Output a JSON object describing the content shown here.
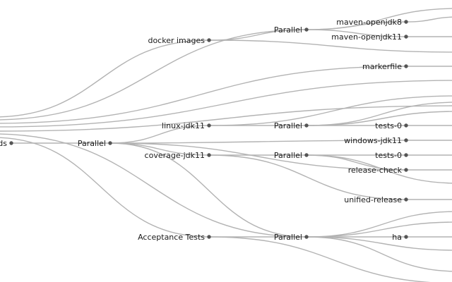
{
  "graph": {
    "nodes": [
      {
        "id": "root",
        "label": "ds"
      },
      {
        "id": "docker",
        "label": "docker images"
      },
      {
        "id": "par-top",
        "label": "Parallel"
      },
      {
        "id": "mvn8",
        "label": "maven-openjdk8"
      },
      {
        "id": "mvn11",
        "label": "maven-openjdk11"
      },
      {
        "id": "marker",
        "label": "markerfile"
      },
      {
        "id": "par-main",
        "label": "Parallel"
      },
      {
        "id": "linux",
        "label": "linux-jdk11"
      },
      {
        "id": "par-mid1",
        "label": "Parallel"
      },
      {
        "id": "tests0a",
        "label": "tests-0"
      },
      {
        "id": "win",
        "label": "windows-jdk11"
      },
      {
        "id": "cov",
        "label": "coverage-jdk11"
      },
      {
        "id": "par-mid2",
        "label": "Parallel"
      },
      {
        "id": "tests0b",
        "label": "tests-0"
      },
      {
        "id": "relcheck",
        "label": "release-check"
      },
      {
        "id": "unified",
        "label": "unified-release"
      },
      {
        "id": "accept",
        "label": "Acceptance Tests"
      },
      {
        "id": "par-bot",
        "label": "Parallel"
      },
      {
        "id": "ha",
        "label": "ha"
      }
    ],
    "edges": [
      [
        "root",
        "par-main"
      ],
      [
        "par-main",
        "linux"
      ],
      [
        "par-main",
        "cov"
      ],
      [
        "linux",
        "par-mid1"
      ],
      [
        "par-mid1",
        "tests0a"
      ],
      [
        "cov",
        "par-mid2"
      ],
      [
        "par-mid2",
        "tests0b"
      ],
      [
        "docker",
        "par-top"
      ],
      [
        "par-top",
        "mvn8"
      ],
      [
        "par-top",
        "mvn11"
      ],
      [
        "accept",
        "par-bot"
      ],
      [
        "par-bot",
        "ha"
      ]
    ]
  }
}
